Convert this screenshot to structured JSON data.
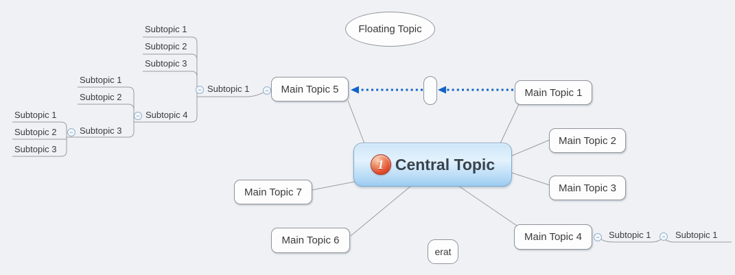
{
  "diagram": {
    "type": "mind-map",
    "central_topic": {
      "label": "Central Topic",
      "badge_number": "1"
    },
    "floating_topic": {
      "label": "Floating Topic"
    },
    "free_topic": {
      "label": "erat"
    },
    "main_topics": {
      "m1": "Main Topic 1",
      "m2": "Main Topic 2",
      "m3": "Main Topic 3",
      "m4": "Main Topic 4",
      "m5": "Main Topic 5",
      "m6": "Main Topic 6",
      "m7": "Main Topic 7"
    },
    "main5_branch": {
      "sub1": "Subtopic 1",
      "sub1_children": [
        "Subtopic 1",
        "Subtopic 2",
        "Subtopic 3",
        "Subtopic 4"
      ],
      "sub4_children": [
        "Subtopic 1",
        "Subtopic 2",
        "Subtopic 3"
      ],
      "sub3_children": [
        "Subtopic 1",
        "Subtopic 2",
        "Subtopic 3"
      ]
    },
    "main4_branch": {
      "sub1": "Subtopic 1",
      "sub1_child": "Subtopic 1"
    },
    "relationship": {
      "from": "Main Topic 1",
      "to": "Main Topic 5",
      "style": "dotted-arrow"
    },
    "collapse_glyph": "−",
    "colors": {
      "background": "#eff1f5",
      "branch_line": "#9b9b9b",
      "relationship_arrow": "#1163c6",
      "topic_border": "#8f9499",
      "central_fill_top": "#cde6f9",
      "central_fill_bottom": "#9ccbf1",
      "badge_red": "#d8442a",
      "text": "#3a3a3a"
    }
  }
}
